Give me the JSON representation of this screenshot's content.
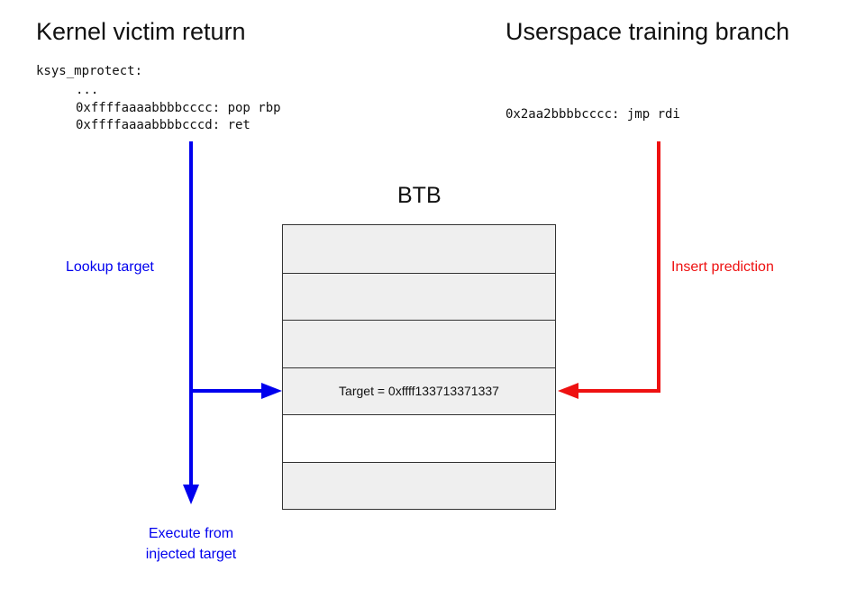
{
  "headings": {
    "left": "Kernel victim return",
    "right": "Userspace training branch"
  },
  "kernel_code": {
    "function": "ksys_mprotect:",
    "ellipsis": "...",
    "line1": "0xffffaaaabbbbcccc: pop rbp",
    "line2": "0xffffaaaabbbbcccd: ret"
  },
  "user_code": {
    "line": "0x2aa2bbbbcccc: jmp rdi"
  },
  "btb": {
    "title": "BTB",
    "rows": [
      {
        "text": "",
        "fill": "#efefef"
      },
      {
        "text": "",
        "fill": "#efefef"
      },
      {
        "text": "",
        "fill": "#efefef"
      },
      {
        "text": "Target = 0xffff133713371337",
        "fill": "#efefef"
      },
      {
        "text": "",
        "fill": "#ffffff"
      },
      {
        "text": "",
        "fill": "#efefef"
      }
    ]
  },
  "labels": {
    "lookup": "Lookup target",
    "insert": "Insert prediction",
    "execute_line1": "Execute from",
    "execute_line2": "injected target"
  },
  "colors": {
    "lookup_arrow": "#0000ee",
    "insert_arrow": "#ee1111"
  }
}
